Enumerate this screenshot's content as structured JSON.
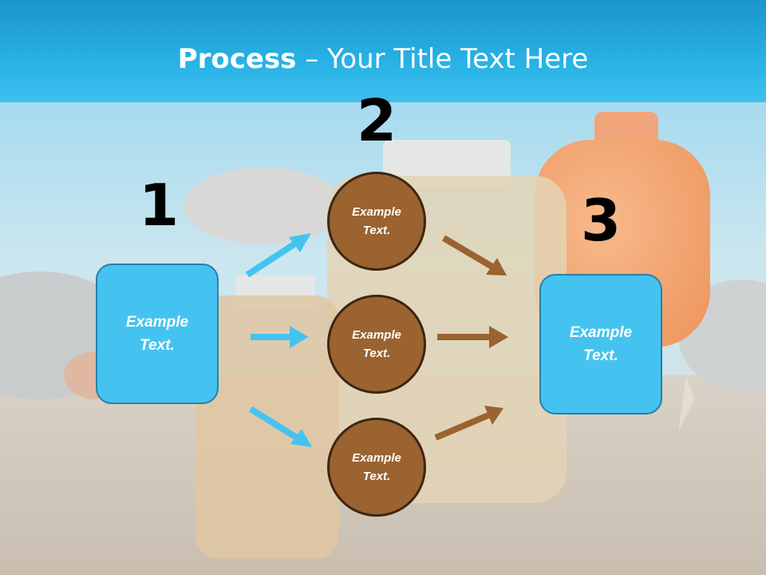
{
  "title": {
    "strong": "Process",
    "rest": " – Your Title Text Here"
  },
  "step_numbers": [
    "1",
    "2",
    "3"
  ],
  "nodes": {
    "left_box": {
      "line1": "Example",
      "line2": "Text."
    },
    "circle_top": {
      "line1": "Example",
      "line2": "Text."
    },
    "circle_middle": {
      "line1": "Example",
      "line2": "Text."
    },
    "circle_bottom": {
      "line1": "Example",
      "line2": "Text."
    },
    "right_box": {
      "line1": "Example",
      "line2": "Text."
    }
  },
  "colors": {
    "title_band": "#2ab3e6",
    "box_fill": "#45c3f0",
    "box_border": "#2a7fa8",
    "circle_fill": "#9a6330",
    "circle_border": "#3d2611",
    "arrow_blue": "#45c3f0",
    "arrow_brown": "#9a6330"
  }
}
